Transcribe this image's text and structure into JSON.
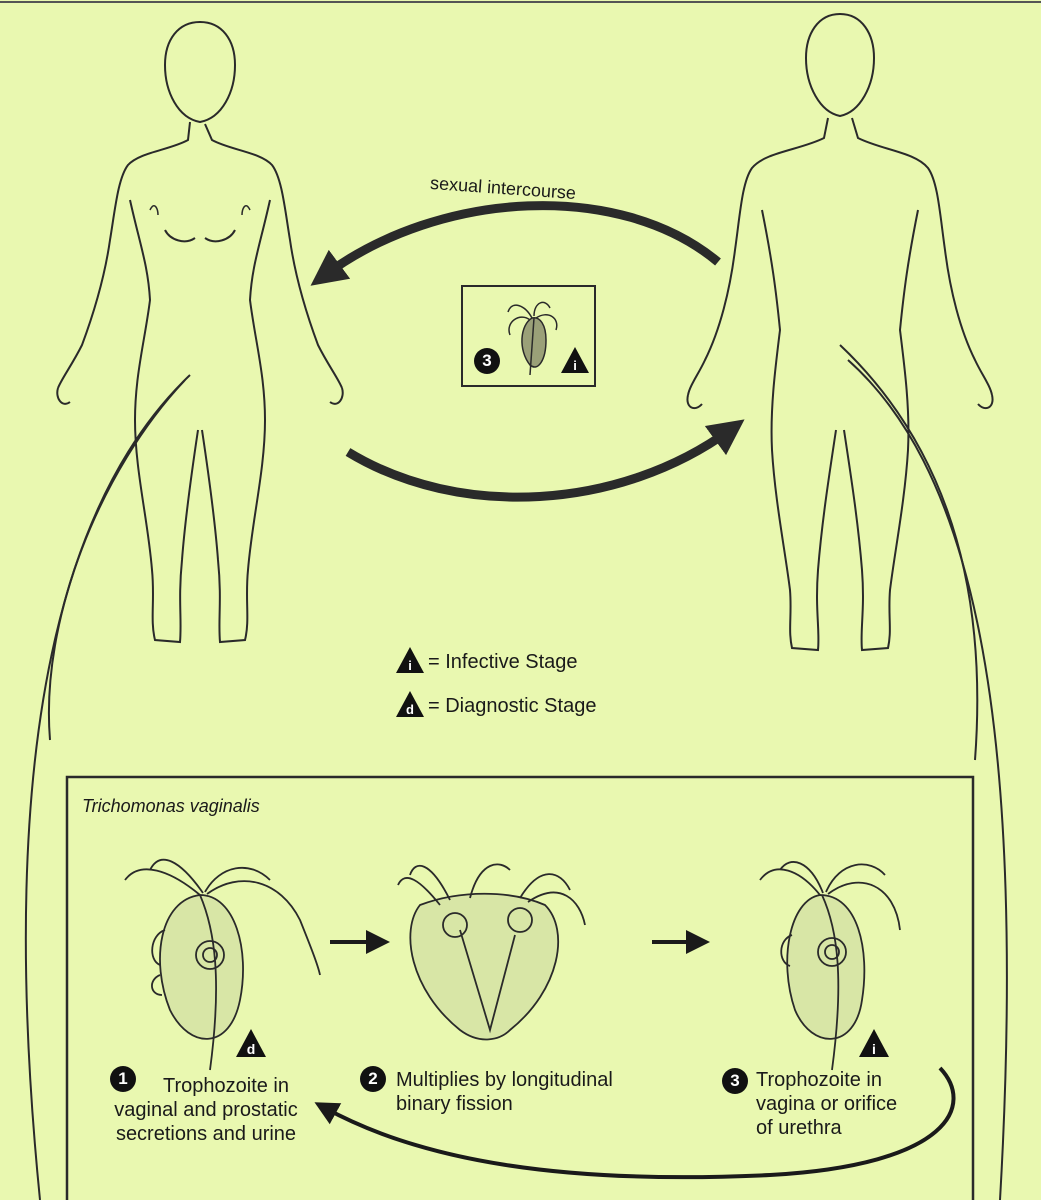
{
  "transmission": {
    "label": "sexual intercourse"
  },
  "legend": {
    "infective": {
      "symbol": "i",
      "text": "= Infective Stage"
    },
    "diagnostic": {
      "symbol": "d",
      "text": "= Diagnostic Stage"
    }
  },
  "center_box": {
    "step_number": "3",
    "stage_symbol": "i"
  },
  "lifecycle": {
    "species": "Trichomonas vaginalis",
    "steps": [
      {
        "number": "1",
        "lines": [
          "Trophozoite in",
          "vaginal and prostatic",
          "secretions and urine"
        ],
        "stage_symbol": "d"
      },
      {
        "number": "2",
        "lines": [
          "Multiplies by longitudinal",
          "binary fission"
        ]
      },
      {
        "number": "3",
        "lines": [
          "Trophozoite in",
          "vagina or orifice",
          "of urethra"
        ],
        "stage_symbol": "i"
      }
    ]
  },
  "colors": {
    "background": "#e9f8b0",
    "ink": "#1a1a1a"
  }
}
